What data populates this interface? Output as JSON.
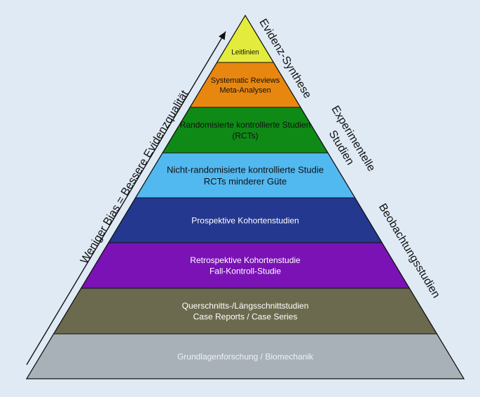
{
  "colors": {
    "background": "#dfeaf5",
    "outline": "#111111"
  },
  "levels": [
    {
      "lines": [
        "Leitlinien"
      ],
      "fill": "#e3ec3d",
      "text_color": "#111111"
    },
    {
      "lines": [
        "Systematic Reviews",
        "Meta-Analysen"
      ],
      "fill": "#e8870f",
      "text_color": "#111111"
    },
    {
      "lines": [
        "Randomisierte kontrollierte Studien",
        "(RCTs)"
      ],
      "fill": "#0f8a16",
      "text_color": "#111111"
    },
    {
      "lines": [
        "Nicht-randomisierte kontrollierte Studie",
        "RCTs minderer Güte"
      ],
      "fill": "#52b8f0",
      "text_color": "#111111"
    },
    {
      "lines": [
        "Prospektive Kohortenstudien"
      ],
      "fill": "#24388f",
      "text_color": "#ffffff"
    },
    {
      "lines": [
        "Retrospektive Kohortenstudie",
        "Fall-Kontroll-Studie"
      ],
      "fill": "#7a12b5",
      "text_color": "#ffffff"
    },
    {
      "lines": [
        "Querschnitts-/Längsschnittstudien",
        "Case Reports / Case Series"
      ],
      "fill": "#6c6a4e",
      "text_color": "#ffffff"
    },
    {
      "lines": [
        "Grundlagenforschung / Biomechanik"
      ],
      "fill": "#a9b1b8",
      "text_color": "#eef1f4"
    }
  ],
  "side_labels": {
    "evidenz_synthese": "Evidenz-Synthese",
    "experimentelle": [
      "Experimentelle",
      "Studien"
    ],
    "beobachtungsstudien": "Beobachtungsstudien"
  },
  "arrow_label": "Weniger Bias = Bessere Evidenzqualität"
}
